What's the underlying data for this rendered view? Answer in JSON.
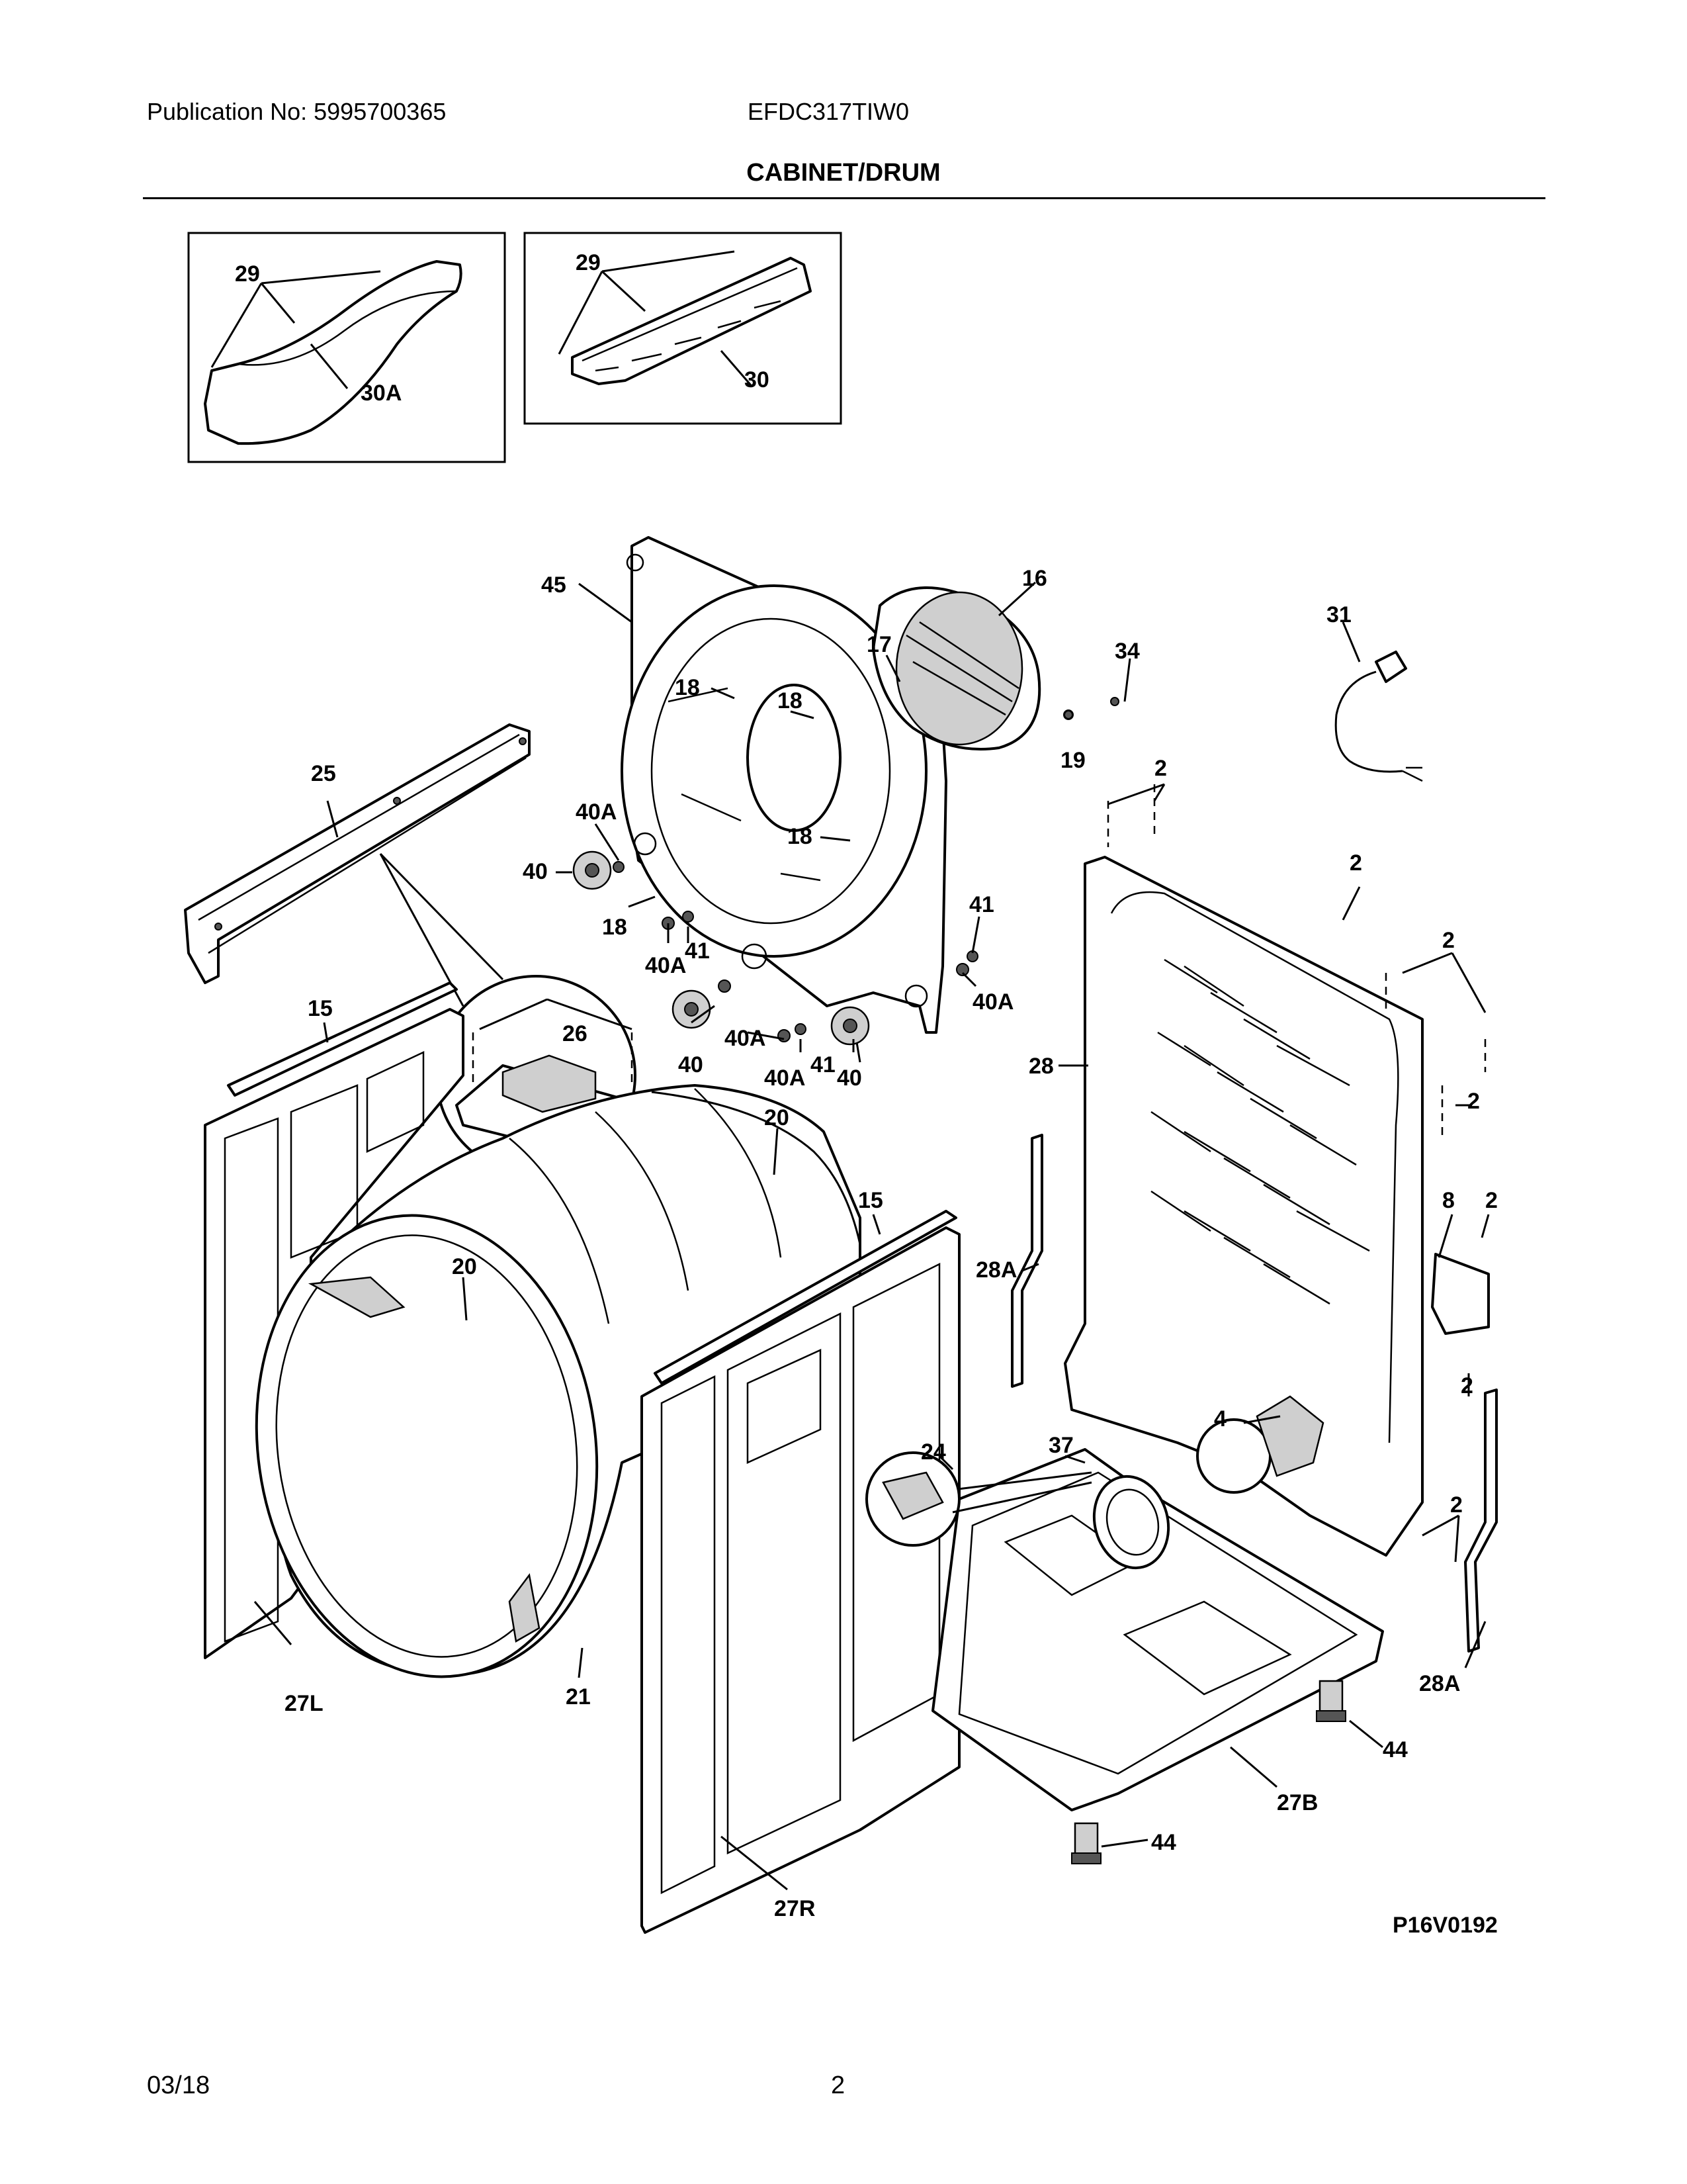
{
  "header": {
    "publication": "Publication No: 5995700365",
    "model": "EFDC317TIW0",
    "section_title": "CABINET/DRUM"
  },
  "footer": {
    "date": "03/18",
    "page": "2"
  },
  "diagram_code": "P16V0192",
  "callouts": [
    "29",
    "30A",
    "29",
    "30",
    "45",
    "16",
    "17",
    "34",
    "19",
    "31",
    "18",
    "18",
    "18",
    "25",
    "40A",
    "40",
    "18",
    "40A",
    "41",
    "41",
    "40A",
    "2",
    "2",
    "2",
    "26",
    "40",
    "40A",
    "41",
    "40A",
    "40",
    "15",
    "20",
    "20",
    "15",
    "28",
    "28A",
    "8",
    "2",
    "2",
    "2",
    "24",
    "37",
    "4",
    "2",
    "28A",
    "27L",
    "21",
    "44",
    "27B",
    "44",
    "27R"
  ]
}
